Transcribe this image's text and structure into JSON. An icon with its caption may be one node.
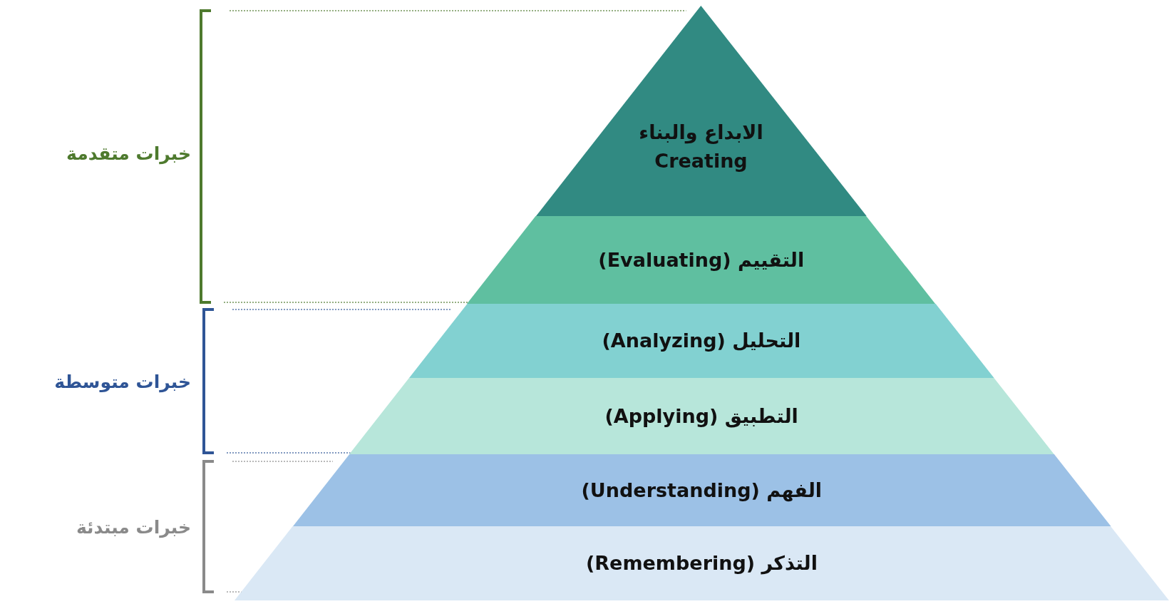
{
  "diagram": {
    "nodes": [
      {
        "text": [
          "الابداع والبناء",
          "Creating"
        ]
      },
      {
        "text": [
          "التقييم (Evaluating)"
        ]
      },
      {
        "text": [
          "التحليل (Analyzing)"
        ]
      },
      {
        "text": [
          "التطبيق (Applying)"
        ]
      },
      {
        "text": [
          "الفهم (Understanding)"
        ]
      },
      {
        "text": [
          "التذكر (Remembering)"
        ]
      }
    ],
    "labels": [
      "خبرات متقدمة",
      "خبرات متوسطة",
      "خبرات مبتدئة"
    ]
  }
}
